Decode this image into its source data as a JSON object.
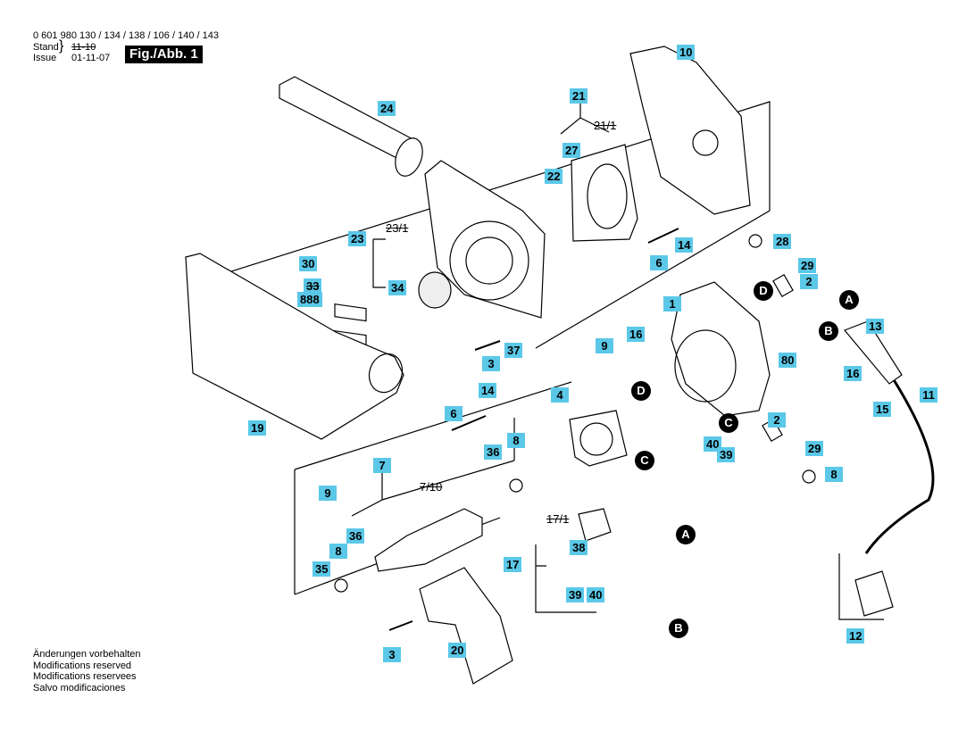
{
  "header": {
    "part_numbers": "0 601 980 130 / 134 / 138 / 106 / 140 / 143",
    "stand_label": "Stand",
    "issue_label": "Issue",
    "stand_value": "11-10",
    "issue_value": "01-11-07",
    "figure_label": "Fig./Abb. 1"
  },
  "footer": {
    "lines": [
      "Änderungen vorbehalten",
      "Modifications reserved",
      "Modifications reservees",
      "Salvo modificaciones"
    ]
  },
  "callouts": {
    "c10": "10",
    "c21": "21",
    "c27": "27",
    "c22": "22",
    "c24": "24",
    "c23": "23",
    "c30": "30",
    "c33": "33",
    "c888": "888",
    "c34": "34",
    "c28": "28",
    "c29a": "29",
    "c2a": "2",
    "c6a": "6",
    "c14a": "14",
    "c1": "1",
    "c13": "13",
    "c80": "80",
    "c16a": "16",
    "c9a": "9",
    "c3a": "3",
    "c37": "37",
    "c16b": "16",
    "c15": "15",
    "c11": "11",
    "c19": "19",
    "c14b": "14",
    "c6b": "6",
    "c4": "4",
    "c8a": "8",
    "c36a": "36",
    "c2b": "2",
    "c40a": "40",
    "c39a": "39",
    "c29b": "29",
    "c8b": "8",
    "c7": "7",
    "c9b": "9",
    "c36b": "36",
    "c8c": "8",
    "c35": "35",
    "c17": "17",
    "c38": "38",
    "c39b": "39",
    "c40b": "40",
    "c3b": "3",
    "c20": "20",
    "c12": "12"
  },
  "plain_labels": {
    "p21_1": "21/1",
    "p23_1": "23/1",
    "p7_10": "7/10",
    "p17_1": "17/1"
  },
  "connectors": {
    "dA1": "A",
    "dB1": "B",
    "dD1": "D",
    "dD2": "D",
    "dC1": "C",
    "dC2": "C",
    "dA2": "A",
    "dB2": "B"
  }
}
